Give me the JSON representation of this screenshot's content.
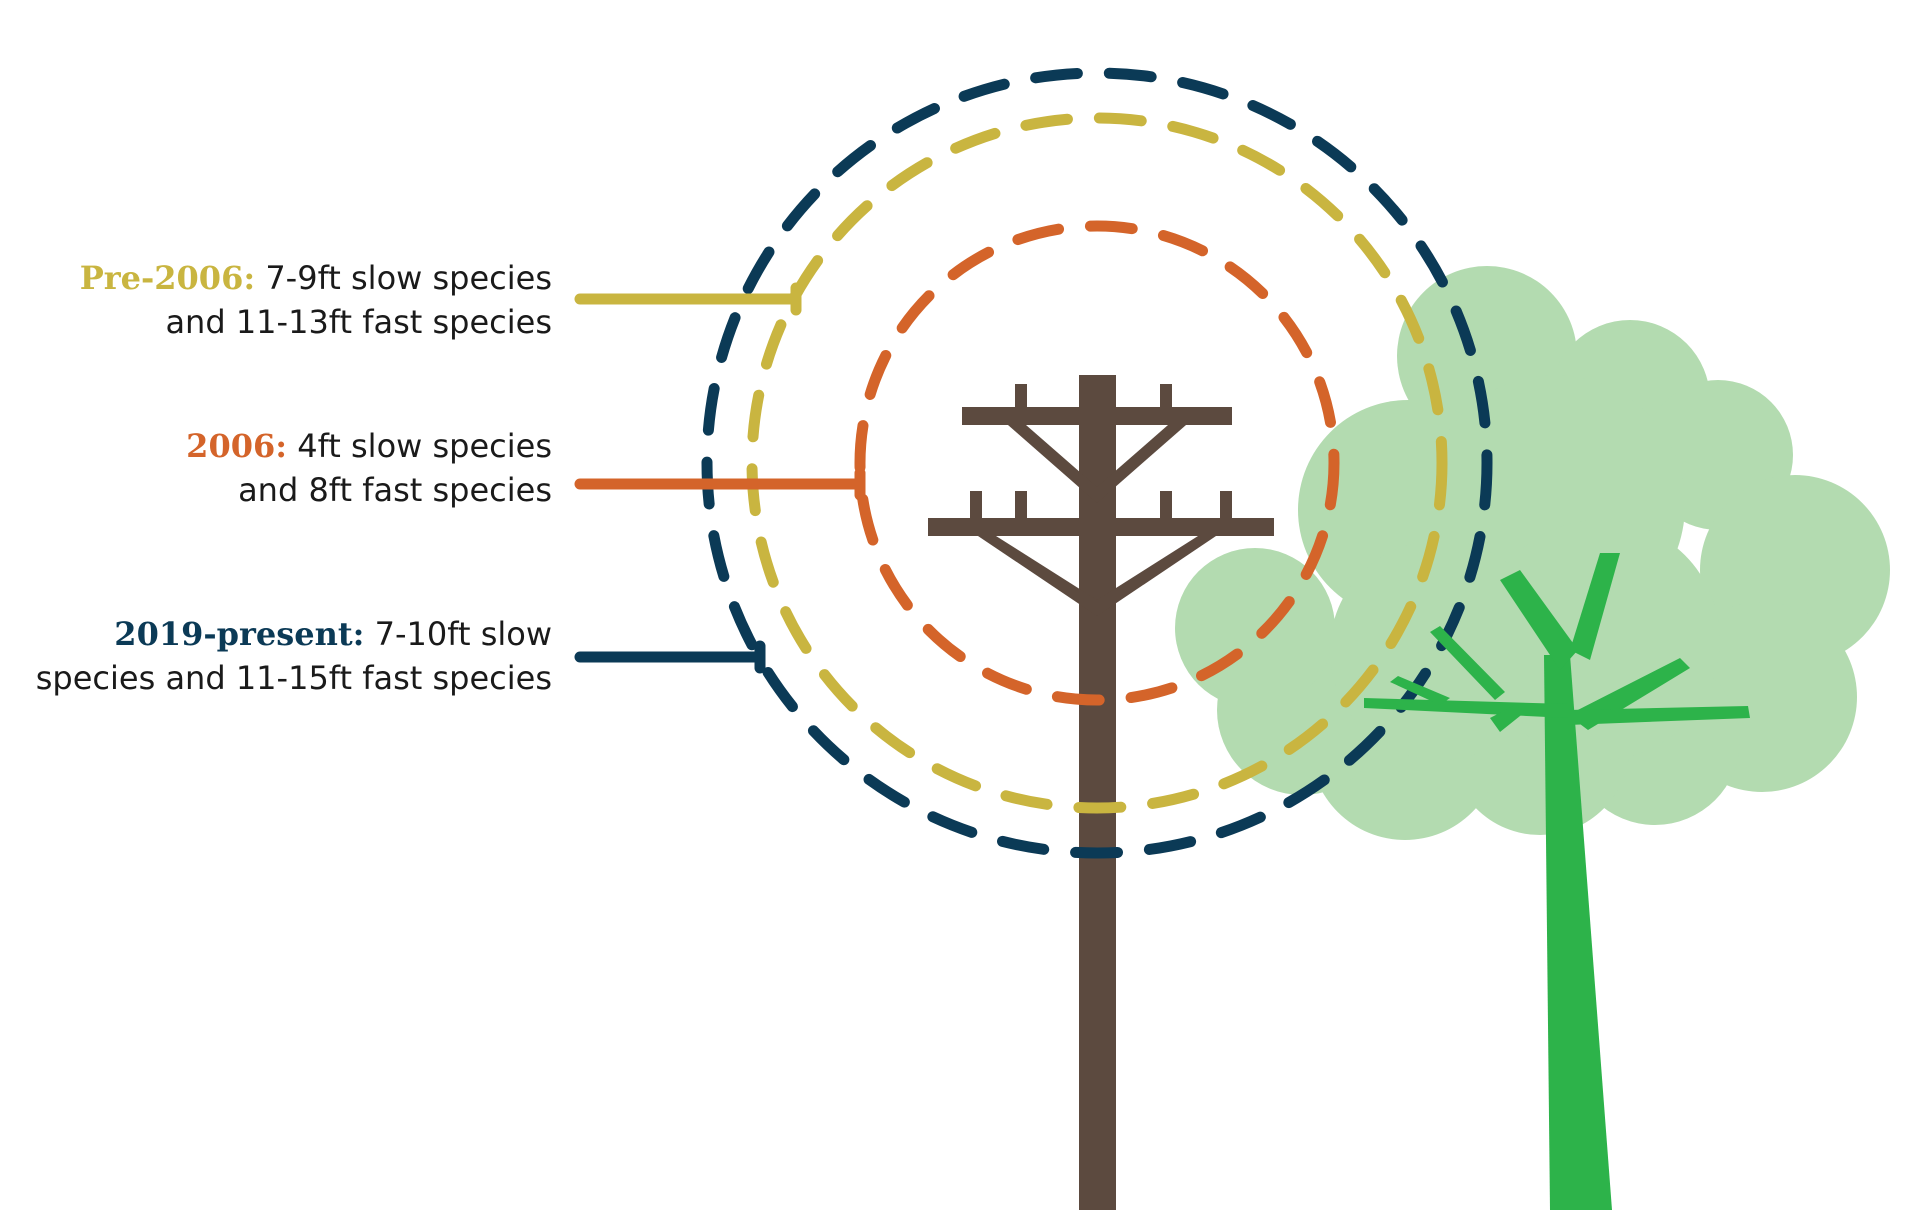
{
  "colors": {
    "pre2006": "#c9b540",
    "y2006": "#d4642a",
    "y2019": "#0b3a56",
    "text": "#1a1a1a",
    "pole": "#5c4a3f",
    "canopy": "#b3dbb0",
    "trunk": "#2db34a"
  },
  "labels": {
    "pre2006": {
      "era": "Pre-2006:",
      "line1_rest": " 7-9ft slow species",
      "line2": "and 11-13ft fast species"
    },
    "y2006": {
      "era": "2006:",
      "line1_rest": " 4ft slow species",
      "line2": "and 8ft fast species"
    },
    "y2019": {
      "era": "2019-present:",
      "line1_rest": " 7-10ft slow",
      "line2": "species and 11-15ft fast species"
    }
  },
  "icons": {
    "pole": "utility-pole-icon",
    "tree": "tree-icon"
  }
}
